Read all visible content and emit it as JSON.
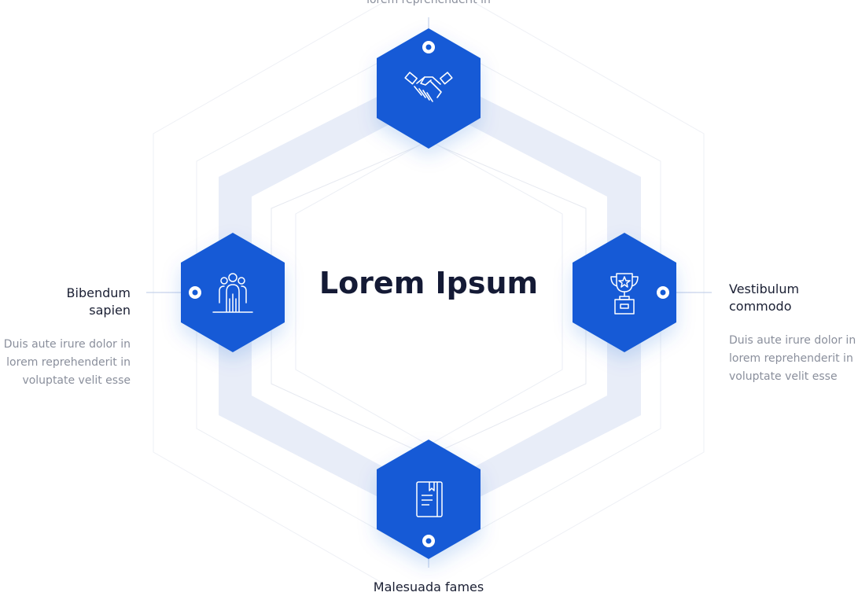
{
  "center_title": "Lorem Ipsum",
  "colors": {
    "accent": "#135ad6",
    "band": "#e8edf8",
    "line": "#e6e9f0",
    "connector": "#b9c8e6"
  },
  "nodes": [
    {
      "position": "top",
      "icon": "handshake-icon",
      "title": "",
      "body": "lorem reprehenderit in"
    },
    {
      "position": "left",
      "icon": "team-icon",
      "title": "Bibendum sapien",
      "body": "Duis aute irure dolor in lorem reprehenderit in voluptate velit esse"
    },
    {
      "position": "right",
      "icon": "trophy-icon",
      "title": "Vestibulum commodo",
      "body": "Duis aute irure dolor in lorem reprehenderit in voluptate velit esse"
    },
    {
      "position": "bottom",
      "icon": "book-icon",
      "title": "Malesuada fames",
      "body": ""
    }
  ]
}
